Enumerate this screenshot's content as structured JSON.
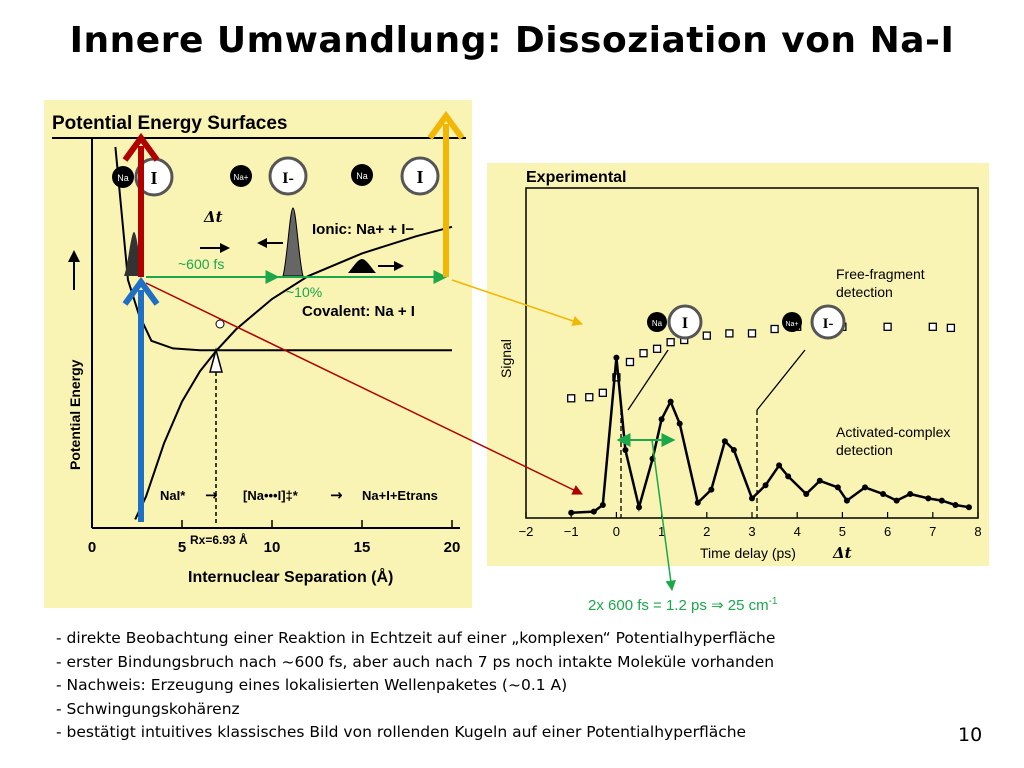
{
  "slide": {
    "title": "Innere Umwandlung: Dissoziation von Na-I",
    "page_number": "10",
    "bullets": [
      "- direkte Beobachtung einer Reaktion in Echtzeit auf einer „komplexen“ Potentialhyperfläche",
      "- erster Bindungsbruch nach ~600 fs, aber auch nach 7 ps noch intakte Moleküle vorhanden",
      "- Nachweis: Erzeugung eines lokalisierten Wellenpaketes (~0.1 A)",
      "- Schwingungskohärenz",
      "- bestätigt intuitives klassisches Bild von rollenden Kugeln auf einer Potentialhyperfläche"
    ],
    "formula": "2x 600 fs = 1.2 ps ⇒ 25 cm",
    "formula_sup": "-1",
    "colors": {
      "panel_bg": "#f9f3b4",
      "green": "#1aa84a",
      "red": "#b00000",
      "blue": "#1f6fc4",
      "yellow": "#f2b705"
    }
  },
  "left_panel": {
    "header": "Potential Energy Surfaces",
    "atoms": {
      "na": "Na",
      "i": "I",
      "na_plus": "Na+",
      "i_minus": "I-"
    },
    "ionic_label": "Ionic: Na+ + I−",
    "covalent_label": "Covalent: Na + I",
    "rx_label": "Rx=6.93 Å",
    "scheme": {
      "a": "NaI*",
      "b": "[Na•••I]‡*",
      "c": "Na+I+Etrans"
    },
    "annot_dt": "Δt",
    "annot_600": "~600 fs",
    "annot_10": "~10%"
  },
  "right_panel": {
    "header": "Experimental",
    "atoms": {
      "na": "Na",
      "i": "I",
      "na_plus": "Na+",
      "i_minus": "I-"
    },
    "free_label_1": "Free-fragment",
    "free_label_2": "detection",
    "act_label_1": "Activated-complex",
    "act_label_2": "detection",
    "annot_dt": "Δt"
  },
  "chart_data": [
    {
      "type": "line",
      "title": "Potential Energy Surfaces",
      "xlabel": "Internuclear Separation (Å)",
      "ylabel": "Potential Energy",
      "xlim": [
        0,
        20
      ],
      "xticks": [
        0,
        5,
        10,
        15,
        20
      ],
      "series": [
        {
          "name": "Ionic: Na+ + I−",
          "x": [
            2.4,
            3,
            4,
            5,
            6,
            6.93,
            8,
            10,
            12,
            15,
            18,
            20
          ],
          "y": [
            0.02,
            0.08,
            0.22,
            0.33,
            0.41,
            0.465,
            0.52,
            0.6,
            0.66,
            0.72,
            0.765,
            0.79
          ]
        },
        {
          "name": "Covalent: Na + I",
          "x": [
            1.3,
            1.6,
            2.0,
            2.6,
            3.3,
            4.5,
            6,
            6.93,
            8,
            12,
            20
          ],
          "y": [
            1.0,
            0.85,
            0.65,
            0.56,
            0.49,
            0.47,
            0.465,
            0.465,
            0.465,
            0.465,
            0.465
          ]
        }
      ]
    },
    {
      "type": "line",
      "title": "Experimental",
      "xlabel": "Time delay (ps)",
      "ylabel": "Signal",
      "xlim": [
        -2,
        8
      ],
      "xticks": [
        -2,
        -1,
        0,
        1,
        2,
        3,
        4,
        5,
        6,
        7,
        8
      ],
      "series": [
        {
          "name": "Free-fragment detection",
          "x": [
            -1.0,
            -0.6,
            -0.3,
            0.0,
            0.3,
            0.6,
            0.9,
            1.2,
            1.5,
            2.0,
            2.5,
            3.0,
            3.5,
            4.0,
            5.0,
            6.0,
            7.0,
            7.4
          ],
          "y": [
            0.535,
            0.54,
            0.56,
            0.63,
            0.7,
            0.74,
            0.76,
            0.79,
            0.8,
            0.82,
            0.83,
            0.83,
            0.85,
            0.86,
            0.86,
            0.86,
            0.86,
            0.855
          ]
        },
        {
          "name": "Activated-complex detection",
          "x": [
            -1.0,
            -0.5,
            -0.3,
            0.0,
            0.2,
            0.5,
            0.8,
            1.0,
            1.2,
            1.4,
            1.8,
            2.1,
            2.4,
            2.6,
            3.0,
            3.3,
            3.6,
            3.8,
            4.2,
            4.5,
            4.9,
            5.1,
            5.5,
            5.9,
            6.2,
            6.5,
            6.9,
            7.2,
            7.5,
            7.8
          ],
          "y": [
            0.015,
            0.02,
            0.05,
            0.72,
            0.3,
            0.04,
            0.26,
            0.44,
            0.52,
            0.42,
            0.06,
            0.12,
            0.34,
            0.3,
            0.08,
            0.14,
            0.23,
            0.18,
            0.1,
            0.16,
            0.13,
            0.07,
            0.13,
            0.1,
            0.07,
            0.1,
            0.08,
            0.07,
            0.05,
            0.04
          ]
        }
      ]
    }
  ]
}
